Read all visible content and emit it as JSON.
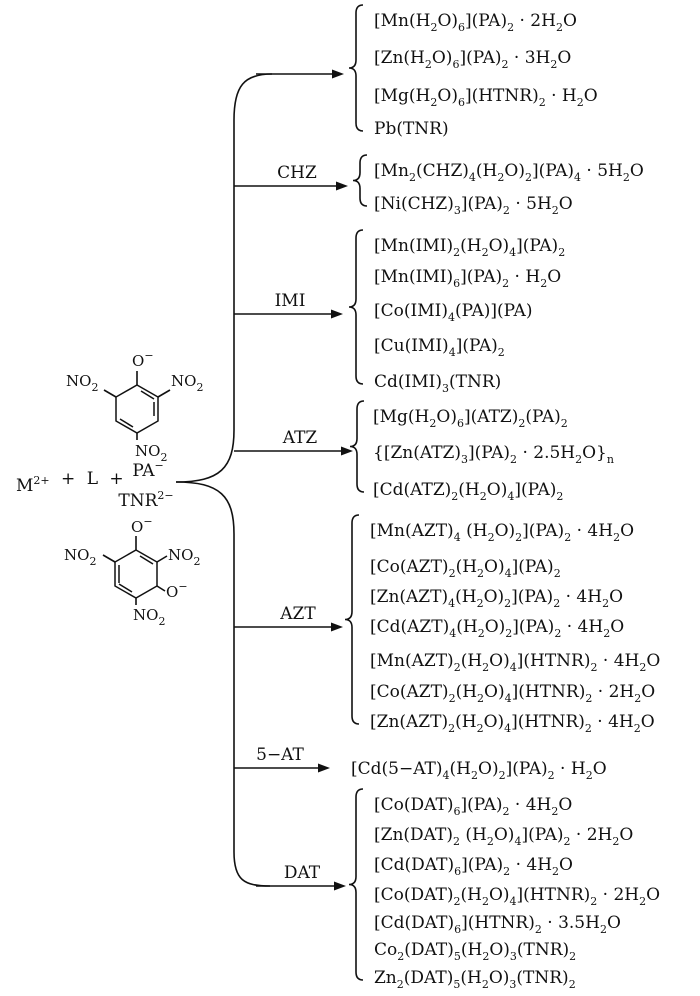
{
  "reactants": {
    "metal": "M2+",
    "plus1": "+",
    "ligand": "L",
    "plus2": "+",
    "anion1": "PA−",
    "anion2": "TNR2−"
  },
  "molecules": {
    "picrate": {
      "oxygen": "O−",
      "left_nitro": "NO2",
      "right_nitro": "NO2",
      "bottom_nitro": "NO2"
    },
    "styphnate": {
      "oxygen_top": "O−",
      "oxygen_side": "O−",
      "left_nitro": "NO2",
      "right_nitro": "NO2",
      "bottom_nitro": "NO2"
    }
  },
  "groups": [
    {
      "ligand": "",
      "compounds": [
        "[Mn(H2O)6](PA)2 · 2H2O",
        "[Zn(H2O)6](PA)2 · 3H2O",
        "[Mg(H2O)6](HTNR)2 · H2O",
        "Pb(TNR)"
      ]
    },
    {
      "ligand": "CHZ",
      "compounds": [
        "[Mn2(CHZ)4(H2O)2](PA)4 · 5H2O",
        "[Ni(CHZ)3](PA)2 · 5H2O"
      ]
    },
    {
      "ligand": "IMI",
      "compounds": [
        "[Mn(IMI)2(H2O)4](PA)2",
        "[Mn(IMI)6](PA)2 · H2O",
        "[Co(IMI)4(PA)](PA)",
        "[Cu(IMI)4](PA)2",
        "Cd(IMI)3(TNR)"
      ]
    },
    {
      "ligand": "ATZ",
      "compounds": [
        "[Mg(H2O)6](ATZ)2(PA)2",
        "{[Zn(ATZ)3](PA)2 · 2.5H2O}n",
        "[Cd(ATZ)2(H2O)4](PA)2"
      ]
    },
    {
      "ligand": "AZT",
      "compounds": [
        "[Mn(AZT)4 (H2O)2](PA)2 · 4H2O",
        "[Co(AZT)2(H2O)4](PA)2",
        "[Zn(AZT)4(H2O)2](PA)2 · 4H2O",
        "[Cd(AZT)4(H2O)2](PA)2 · 4H2O",
        "[Mn(AZT)2(H2O)4](HTNR)2 · 4H2O",
        "[Co(AZT)2(H2O)4](HTNR)2 · 2H2O",
        "[Zn(AZT)2(H2O)4](HTNR)2 · 4H2O"
      ]
    },
    {
      "ligand": "5−AT",
      "compounds": [
        "[Cd(5−AT)4(H2O)2](PA)2 · H2O"
      ]
    },
    {
      "ligand": "DAT",
      "compounds": [
        "[Co(DAT)6](PA)2 · 4H2O",
        "[Zn(DAT)2 (H2O)4](PA)2 · 2H2O",
        "[Cd(DAT)6](PA)2 · 4H2O",
        "[Co(DAT)2(H2O)4](HTNR)2 · 2H2O",
        "[Cd(DAT)6](HTNR)2 · 3.5H2O",
        "Co2(DAT)5(H2O)3(TNR)2",
        "Zn2(DAT)5(H2O)3(TNR)2"
      ]
    }
  ]
}
